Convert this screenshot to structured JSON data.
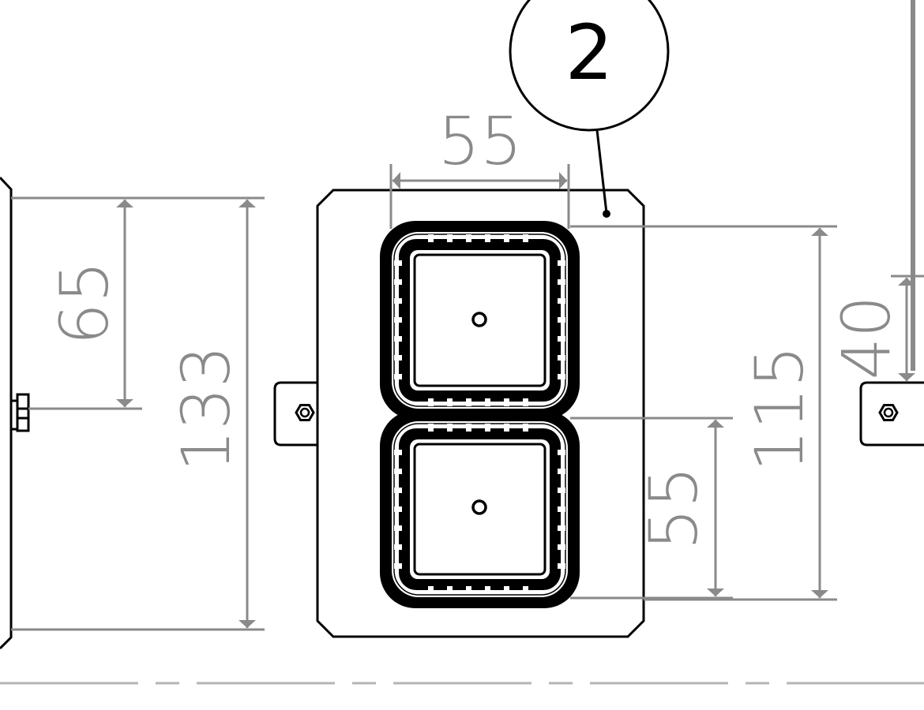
{
  "balloon": {
    "label": "2"
  },
  "dimensions": {
    "top_width": "55",
    "left_upper": "65",
    "left_total": "133",
    "right_lower": "55",
    "right_total": "115",
    "far_right": "40"
  },
  "colors": {
    "line": "#000000",
    "dimension": "#8a8a8a",
    "centerline": "#b4b4b4",
    "background": "#ffffff"
  }
}
